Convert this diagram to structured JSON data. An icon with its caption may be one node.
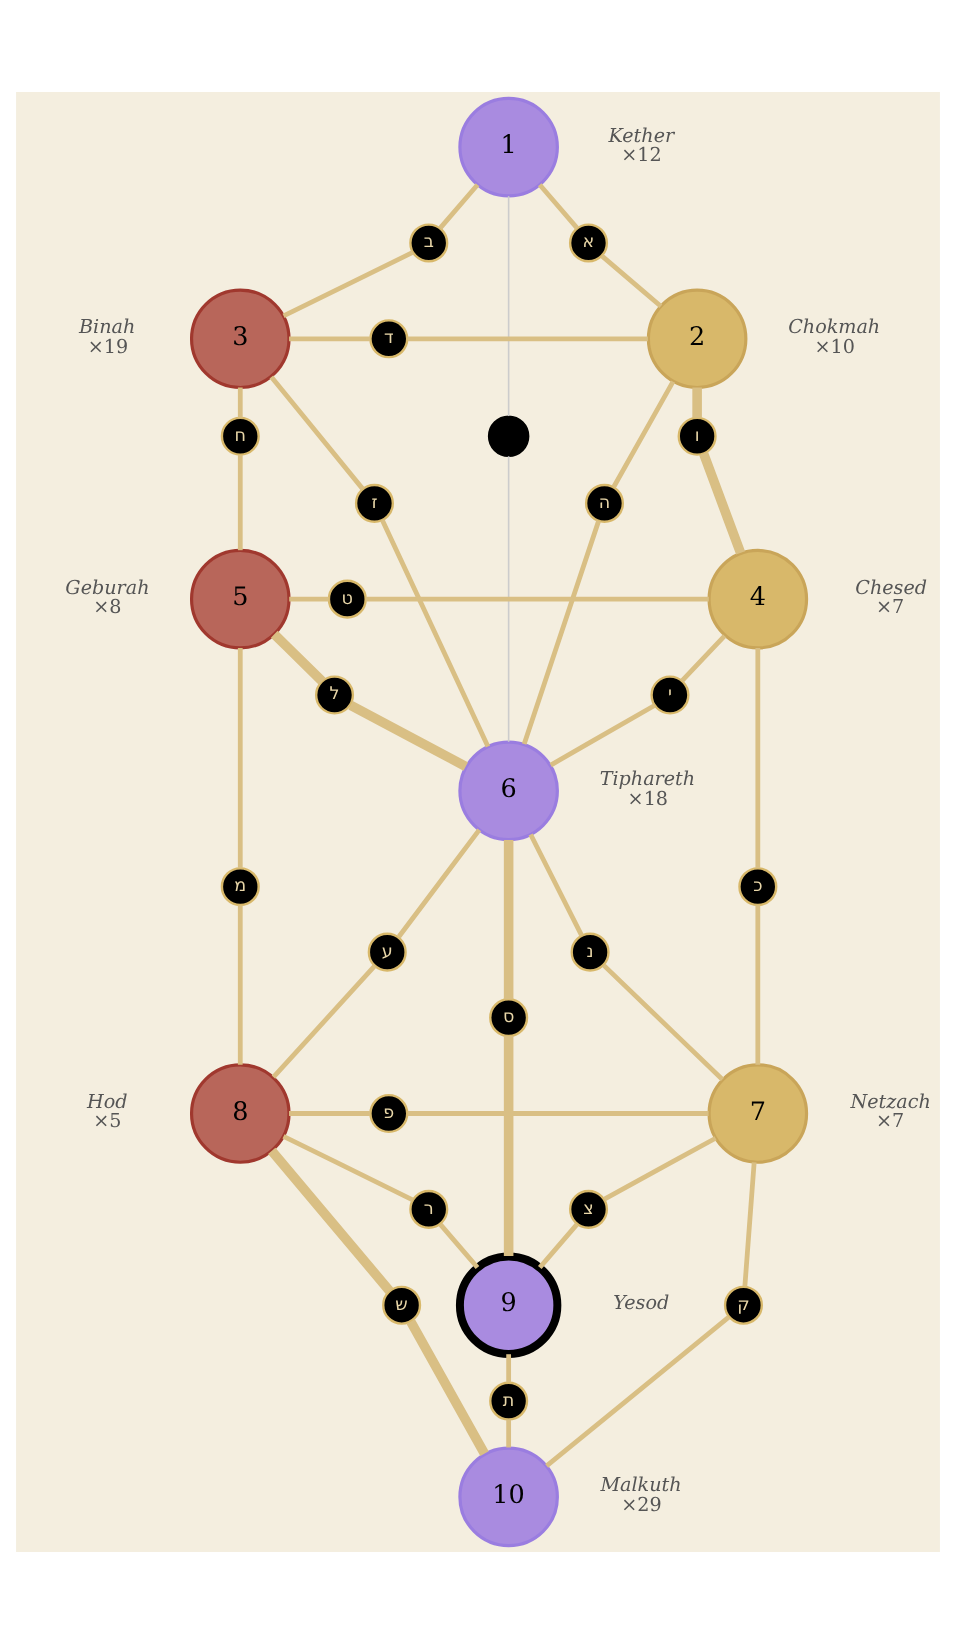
{
  "diagram": {
    "nodes": [
      {
        "text": [
          "1"
        ],
        "beside": [
          "Kether",
          "×12"
        ]
      },
      {
        "text": [
          "ב"
        ]
      },
      {
        "text": [
          "א"
        ]
      },
      {
        "text": [
          "3"
        ],
        "beside": [
          "Binah",
          "×19"
        ]
      },
      {
        "text": [
          "ד"
        ]
      },
      {
        "text": [
          "2"
        ],
        "beside": [
          "Chokmah",
          "×10"
        ]
      },
      {
        "text": [
          "ח"
        ]
      },
      {
        "text": [],
        "shape": "circle"
      },
      {
        "text": [
          "ו"
        ]
      },
      {
        "text": [
          "ז"
        ]
      },
      {
        "text": [
          "ה"
        ]
      },
      {
        "text": [
          "5"
        ],
        "beside": [
          "Geburah",
          "×8"
        ]
      },
      {
        "text": [
          "ט"
        ]
      },
      {
        "text": [
          "4"
        ],
        "beside": [
          "Chesed",
          "×7"
        ]
      },
      {
        "text": [
          "ל"
        ]
      },
      {
        "text": [
          "י"
        ]
      },
      {
        "text": [
          "6"
        ],
        "beside": [
          "Tiphareth",
          "×18"
        ]
      },
      {
        "text": [
          "מ"
        ]
      },
      {
        "text": [
          "כ"
        ]
      },
      {
        "text": [
          "ע"
        ]
      },
      {
        "text": [
          "נ"
        ]
      },
      {
        "text": [
          "ס"
        ]
      },
      {
        "text": [
          "8"
        ],
        "beside": [
          "Hod",
          "×5"
        ]
      },
      {
        "text": [
          "פ"
        ]
      },
      {
        "text": [
          "7"
        ],
        "beside": [
          "Netzach",
          "×7"
        ]
      },
      {
        "text": [
          "ר"
        ]
      },
      {
        "text": [
          "צ"
        ]
      },
      {
        "text": [
          "ש"
        ]
      },
      {
        "text": [
          "9"
        ],
        "beside": [
          "Yesod"
        ]
      },
      {
        "text": [
          "ק"
        ]
      },
      {
        "text": [
          "ת"
        ]
      },
      {
        "text": [
          "10"
        ],
        "beside": [
          "Malkuth",
          "×29"
        ]
      }
    ],
    "edges": [
      {
        "from": 0,
        "to": 2,
        "arrow": "none"
      },
      {
        "from": 2,
        "to": 5,
        "arrow": "none"
      },
      {
        "from": 0,
        "to": 1,
        "arrow": "none"
      },
      {
        "from": 1,
        "to": 3,
        "arrow": "none"
      },
      {
        "from": 3,
        "to": 4,
        "arrow": "none"
      },
      {
        "from": 4,
        "to": 5,
        "arrow": "none"
      },
      {
        "from": 0,
        "to": 7,
        "arrow": "none",
        "color": "#cccccc"
      },
      {
        "from": 7,
        "to": 16,
        "arrow": "none",
        "color": "#cccccc"
      },
      {
        "from": 5,
        "to": 10,
        "arrow": "none"
      },
      {
        "from": 10,
        "to": 16,
        "arrow": "none"
      },
      {
        "from": 5,
        "to": 8,
        "arrow": "none",
        "style": "thick"
      },
      {
        "from": 8,
        "to": 13,
        "arrow": "none",
        "style": "thick"
      },
      {
        "from": 3,
        "to": 9,
        "arrow": "none"
      },
      {
        "from": 9,
        "to": 16,
        "arrow": "none"
      },
      {
        "from": 3,
        "to": 6,
        "arrow": "none"
      },
      {
        "from": 6,
        "to": 11,
        "arrow": "none"
      },
      {
        "from": 11,
        "to": 12,
        "arrow": "none"
      },
      {
        "from": 12,
        "to": 13,
        "arrow": "none"
      },
      {
        "from": 13,
        "to": 15,
        "arrow": "none"
      },
      {
        "from": 15,
        "to": 16,
        "arrow": "none"
      },
      {
        "from": 13,
        "to": 18,
        "arrow": "none"
      },
      {
        "from": 18,
        "to": 24,
        "arrow": "none"
      },
      {
        "from": 11,
        "to": 14,
        "arrow": "none",
        "style": "thick"
      },
      {
        "from": 14,
        "to": 16,
        "arrow": "none",
        "style": "thick"
      },
      {
        "from": 11,
        "to": 17,
        "arrow": "none"
      },
      {
        "from": 17,
        "to": 22,
        "arrow": "none"
      },
      {
        "from": 16,
        "to": 20,
        "arrow": "none"
      },
      {
        "from": 20,
        "to": 24,
        "arrow": "none"
      },
      {
        "from": 16,
        "to": 21,
        "arrow": "none",
        "style": "thick"
      },
      {
        "from": 21,
        "to": 28,
        "arrow": "none",
        "style": "thick"
      },
      {
        "from": 16,
        "to": 19,
        "arrow": "none"
      },
      {
        "from": 19,
        "to": 22,
        "arrow": "none"
      },
      {
        "from": 22,
        "to": 23,
        "arrow": "none"
      },
      {
        "from": 23,
        "to": 24,
        "arrow": "none"
      },
      {
        "from": 24,
        "to": 26,
        "arrow": "none"
      },
      {
        "from": 26,
        "to": 28,
        "arrow": "none"
      },
      {
        "from": 24,
        "to": 29,
        "arrow": "none"
      },
      {
        "from": 29,
        "to": 31,
        "arrow": "none"
      },
      {
        "from": 22,
        "to": 25,
        "arrow": "none"
      },
      {
        "from": 25,
        "to": 28,
        "arrow": "none"
      },
      {
        "from": 22,
        "to": 27,
        "arrow": "none",
        "style": "thick"
      },
      {
        "from": 27,
        "to": 31,
        "arrow": "none",
        "style": "thick"
      },
      {
        "from": 28,
        "to": 30,
        "arrow": "none"
      },
      {
        "from": 30,
        "to": 31,
        "arrow": "none"
      }
    ]
  }
}
